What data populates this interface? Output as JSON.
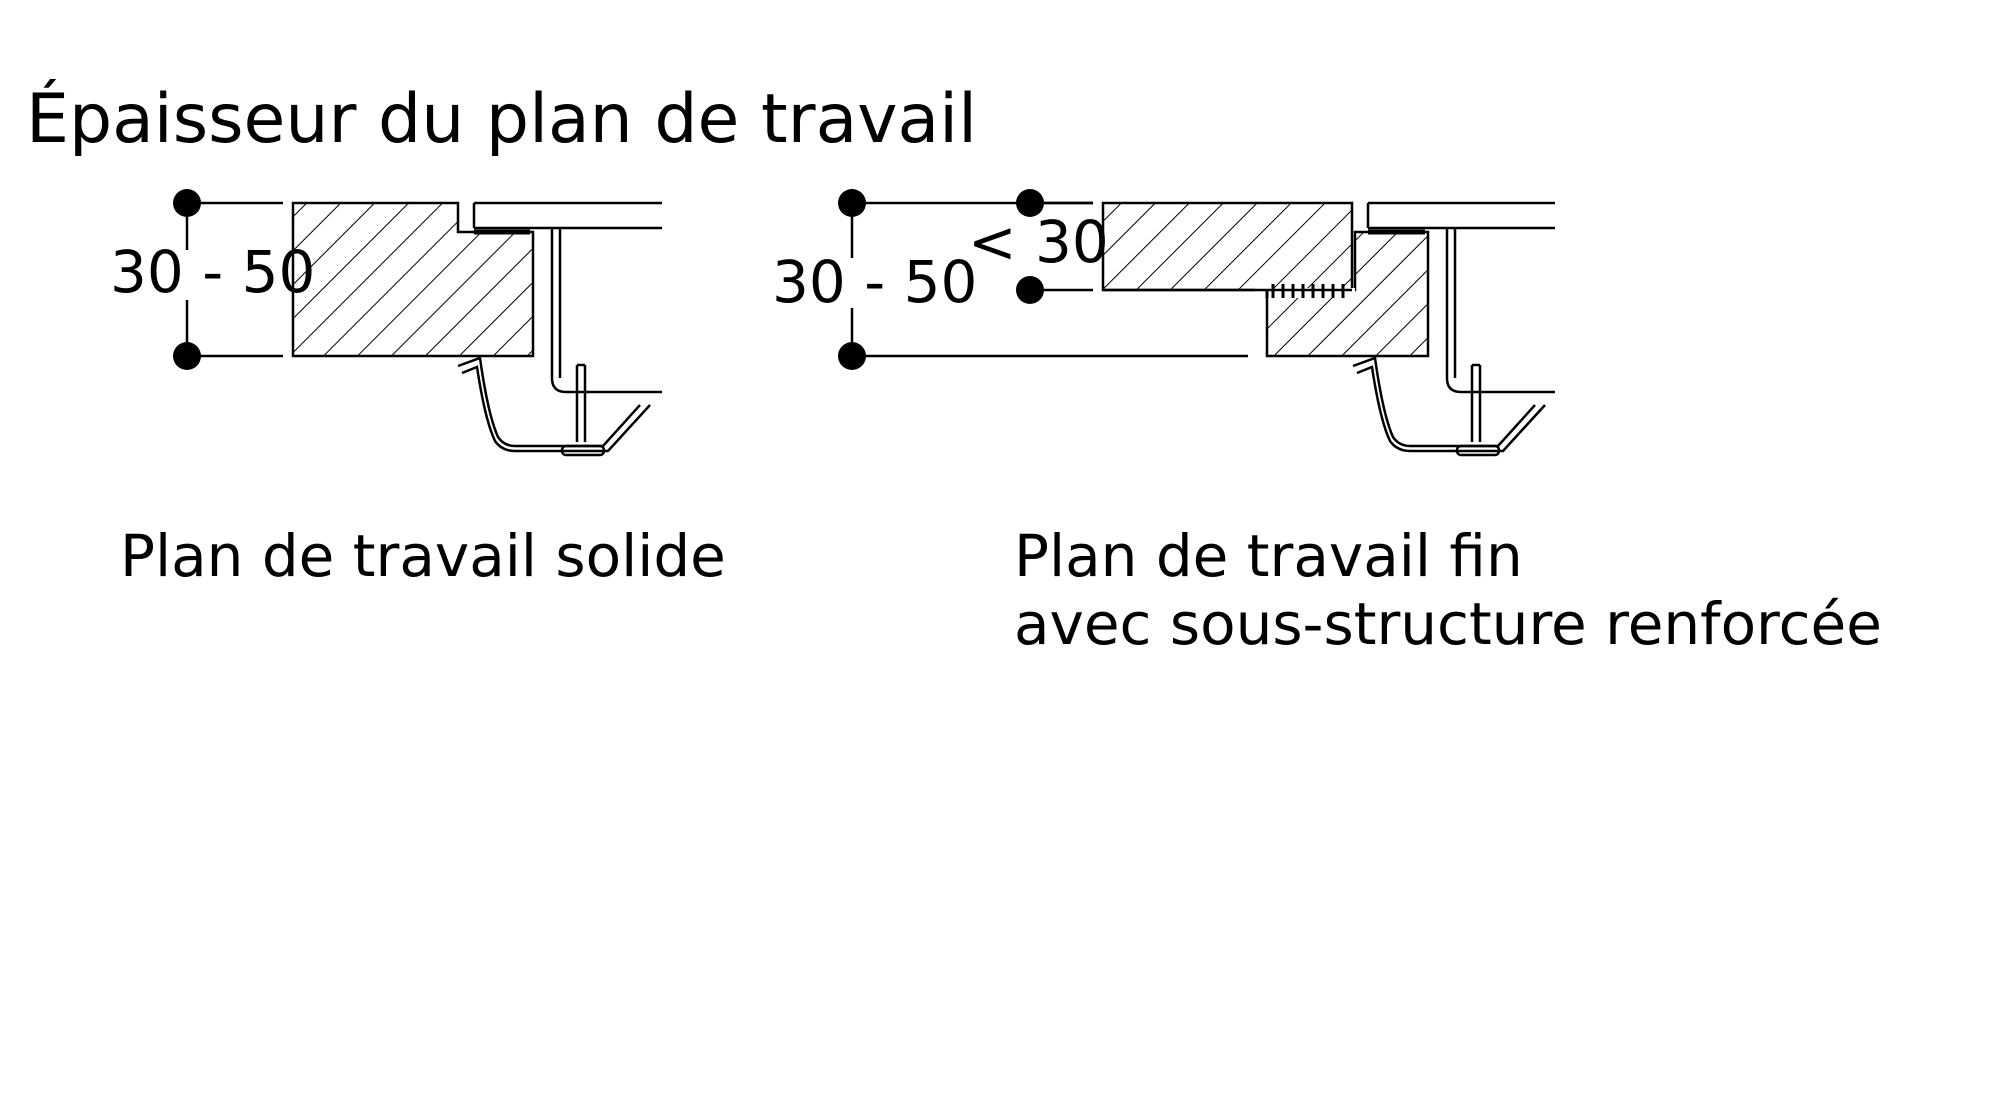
{
  "title": "Épaisseur du plan de travail",
  "left_panel": {
    "dimension": "30 - 50",
    "caption": "Plan de travail solide"
  },
  "right_panel": {
    "dimension_total": "30 - 50",
    "dimension_thin": "< 30",
    "caption_line1": "Plan de travail fin",
    "caption_line2": "avec sous-structure renforcée"
  },
  "colors": {
    "ink": "#000000",
    "background": "#ffffff"
  }
}
